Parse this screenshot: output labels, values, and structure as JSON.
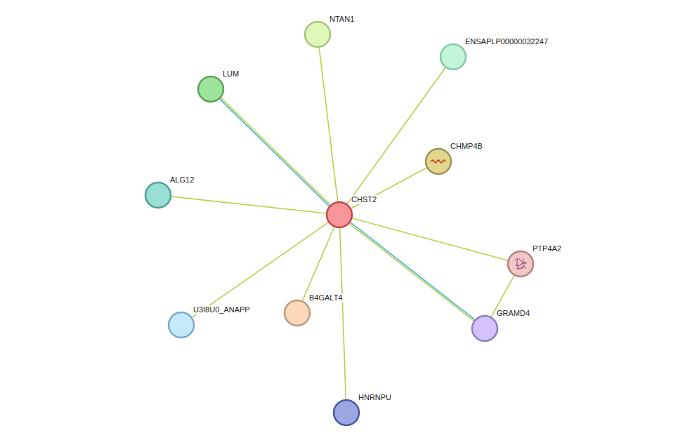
{
  "diagram": {
    "nodes": [
      {
        "text": [
          "NTAN1"
        ]
      },
      {
        "text": [
          "ENSAPLP00000032247"
        ]
      },
      {
        "text": [
          "LUM"
        ]
      },
      {
        "text": [
          "CHMP4B"
        ]
      },
      {
        "text": [
          "ALG12"
        ]
      },
      {
        "text": [
          "CHST2"
        ]
      },
      {
        "text": [
          "PTP4A2"
        ]
      },
      {
        "text": [
          "B4GALT4"
        ]
      },
      {
        "text": [
          "GRAMD4"
        ]
      },
      {
        "text": [
          "U3I8U0_ANAPP"
        ]
      },
      {
        "text": [
          "HNRNPU"
        ]
      }
    ],
    "edges": [
      {
        "from": 5,
        "to": 0,
        "arrow": "none"
      },
      {
        "from": 5,
        "to": 1,
        "arrow": "none"
      },
      {
        "from": 5,
        "to": 2,
        "arrow": "none"
      },
      {
        "from": 5,
        "to": 3,
        "arrow": "none"
      },
      {
        "from": 5,
        "to": 4,
        "arrow": "none"
      },
      {
        "from": 5,
        "to": 6,
        "arrow": "none"
      },
      {
        "from": 5,
        "to": 7,
        "arrow": "none"
      },
      {
        "from": 5,
        "to": 8,
        "arrow": "none"
      },
      {
        "from": 5,
        "to": 9,
        "arrow": "none"
      },
      {
        "from": 5,
        "to": 10,
        "arrow": "none"
      },
      {
        "from": 6,
        "to": 8,
        "arrow": "none"
      }
    ]
  }
}
